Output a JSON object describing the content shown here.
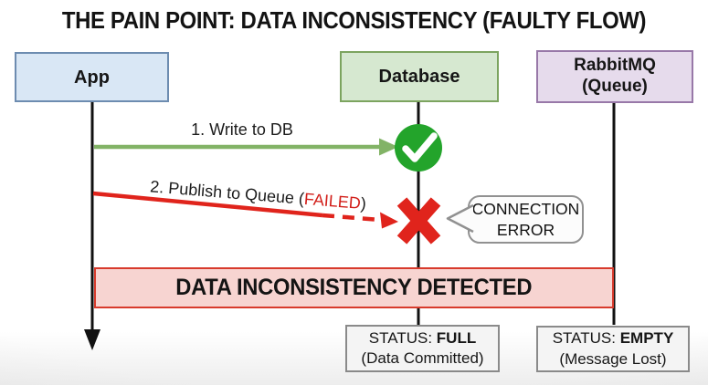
{
  "title": "THE PAIN POINT: DATA INCONSISTENCY (FAULTY FLOW)",
  "actors": [
    {
      "label": "App"
    },
    {
      "label": "Database"
    },
    {
      "label_line1": "RabbitMQ",
      "label_line2": "(Queue)"
    }
  ],
  "messages": {
    "step1": {
      "label": "1. Write to DB",
      "result_icon": "success-check"
    },
    "step2": {
      "label_prefix": "2. Publish to Queue (",
      "label_fail": "FAILED",
      "label_suffix": ")",
      "result_icon": "failure-x"
    }
  },
  "callout": {
    "line1": "CONNECTION",
    "line2": "ERROR"
  },
  "banner": {
    "label": "DATA INCONSISTENCY DETECTED"
  },
  "statuses": [
    {
      "prefix": "STATUS: ",
      "value": "FULL",
      "detail": "(Data Committed)"
    },
    {
      "prefix": "STATUS: ",
      "value": "EMPTY",
      "detail": "(Message Lost)"
    }
  ],
  "colors": {
    "app_fill": "#d9e7f5",
    "app_border": "#6d8cb0",
    "db_fill": "#d6e8d0",
    "db_border": "#7ca45f",
    "mq_fill": "#e6dbec",
    "mq_border": "#9878a8",
    "success_arrow": "#82b366",
    "success_icon": "#23a42b",
    "error_red": "#e0241c",
    "fail_label_red": "#d21f1a",
    "banner_fill": "#f7d4d1",
    "banner_border": "#d83a2c",
    "status_fill": "#f4f4f4",
    "status_border": "#8a8a8a",
    "lifeline": "#111111"
  }
}
